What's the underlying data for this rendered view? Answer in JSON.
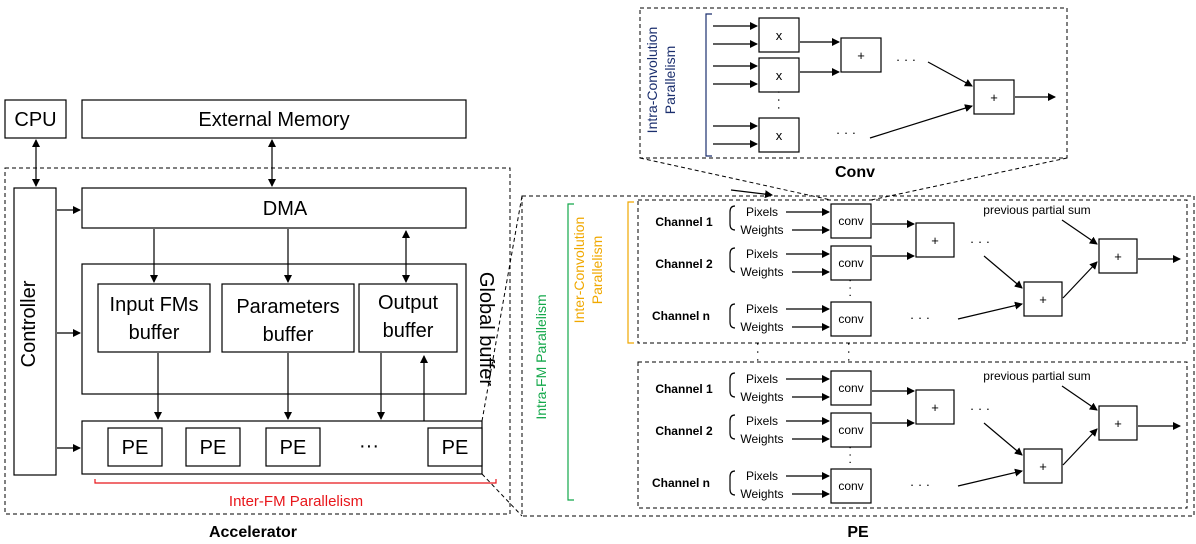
{
  "accelerator": {
    "cpu": "CPU",
    "external_memory": "External Memory",
    "controller": "Controller",
    "dma": "DMA",
    "global_buffer": "Global buffer",
    "input_buffer_line1": "Input FMs",
    "input_buffer_line2": "buffer",
    "param_buffer_line1": "Parameters",
    "param_buffer_line2": "buffer",
    "output_buffer_line1": "Output",
    "output_buffer_line2": "buffer",
    "pe": "PE",
    "ellipsis": "···",
    "inter_fm": "Inter-FM Parallelism",
    "caption": "Accelerator"
  },
  "conv": {
    "intra_line1": "Intra-Convolution",
    "intra_line2": "Parallelism",
    "mult": "x",
    "add": "+",
    "dots": "· · ·",
    "caption": "Conv"
  },
  "pe_detail": {
    "intra_fm": "Intra-FM Parallelism",
    "inter_conv_line1": "Inter-Convolution",
    "inter_conv_line2": "Parallelism",
    "channel_1": "Channel 1",
    "channel_2": "Channel 2",
    "channel_n": "Channel n",
    "pixels": "Pixels",
    "weights": "Weights",
    "conv": "conv",
    "add": "+",
    "dots": "· · ·",
    "prev_sum": "previous partial sum",
    "caption": "PE"
  },
  "colors": {
    "inter_fm": "#e8161b",
    "inter_conv": "#f0a800",
    "intra_fm": "#13a84a",
    "intra_conv": "#1b2f6e"
  }
}
